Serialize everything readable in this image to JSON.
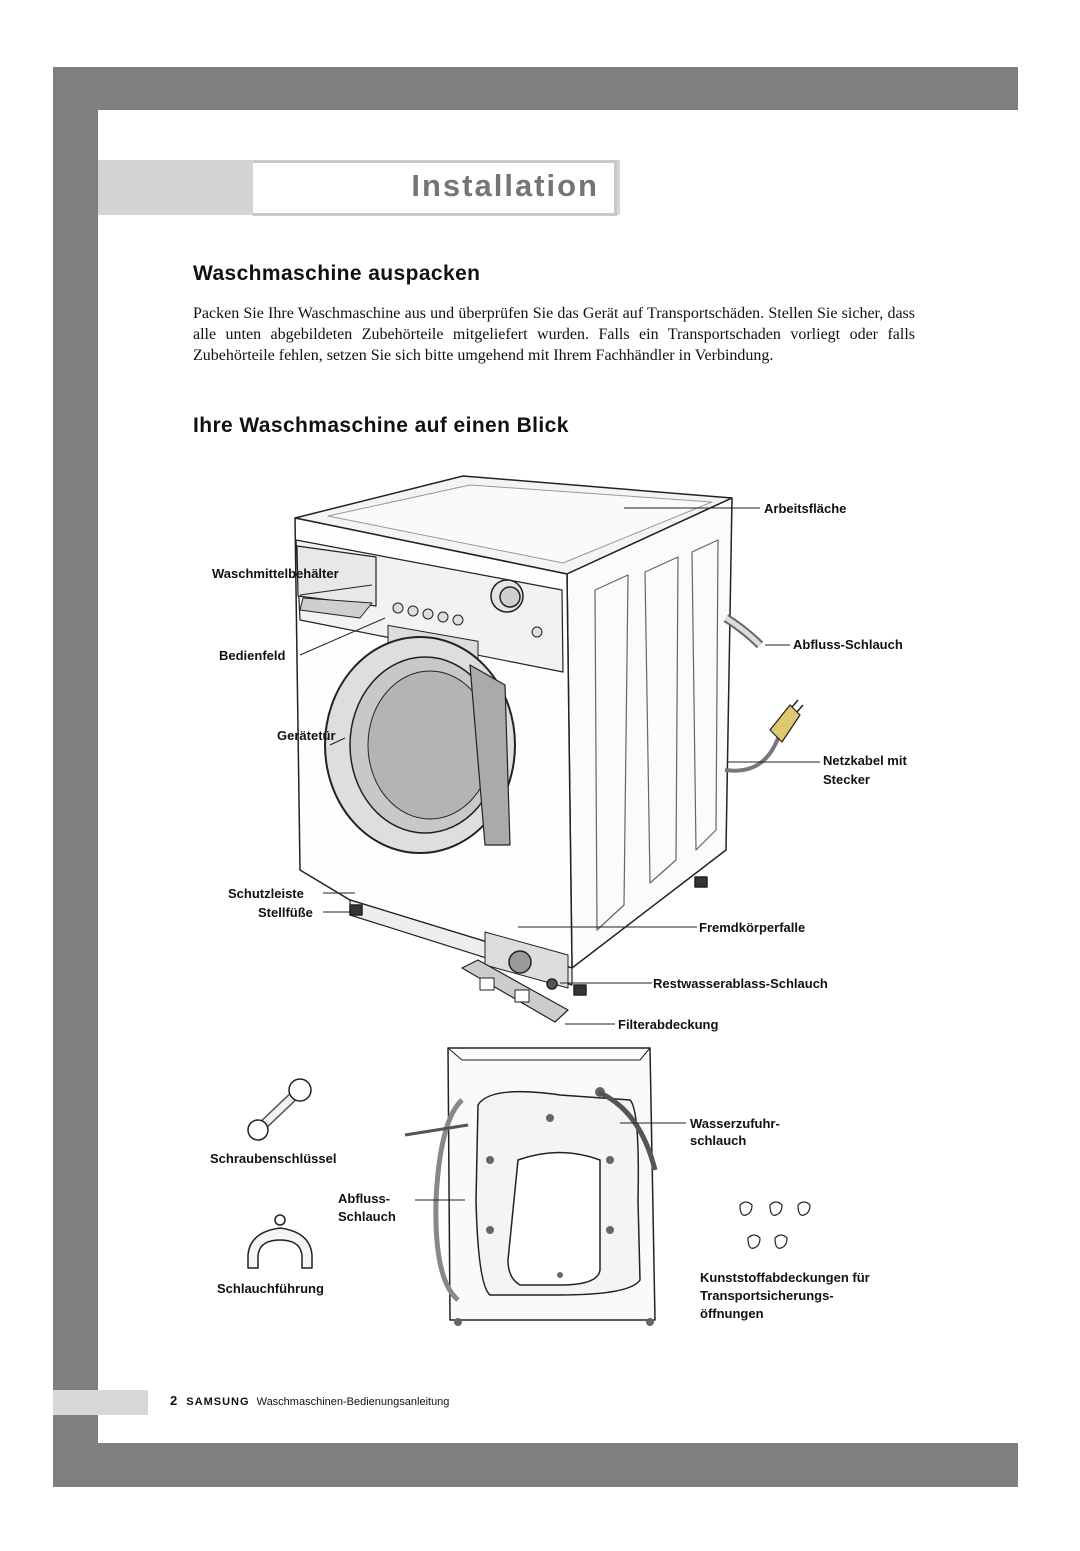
{
  "page": {
    "title": "Installation",
    "section1": {
      "heading": "Waschmaschine auspacken",
      "body": "Packen Sie Ihre Waschmaschine aus und überprüfen Sie das Gerät auf Transportschäden. Stellen Sie sicher, dass alle unten abgebildeten Zubehörteile mitgeliefert wurden. Falls ein Transportschaden vorliegt oder falls Zubehörteile fehlen, setzen Sie sich bitte umgehend mit Ihrem Fachhändler in Verbindung."
    },
    "section2": {
      "heading": "Ihre Waschmaschine auf einen Blick"
    },
    "labels": {
      "arbeitsflaeche": "Arbeitsfläche",
      "waschmittelbehaelter": "Waschmittelbehälter",
      "bedienfeld": "Bedienfeld",
      "abfluss_schlauch": "Abfluss-Schlauch",
      "geraetetuer": "Gerätetür",
      "netzkabel_1": "Netzkabel mit",
      "netzkabel_2": "Stecker",
      "schutzleiste": "Schutzleiste",
      "stellfuesse": "Stellfüße",
      "fremdkoerperfalle": "Fremdkörperfalle",
      "restwasser": "Restwasserablass-Schlauch",
      "filterabdeckung": "Filterabdeckung",
      "wasserzufuhr_1": "Wasserzufuhr-",
      "wasserzufuhr_2": "schlauch",
      "schraubenschluessel": "Schraubenschlüssel",
      "abfluss_1": "Abfluss-",
      "abfluss_2": "Schlauch",
      "schlauchfuehrung": "Schlauchführung",
      "kunststoff_1": "Kunststoffabdeckungen für",
      "kunststoff_2": "Transportsicherungs-",
      "kunststoff_3": "öffnungen"
    },
    "footer": {
      "page_number": "2",
      "brand": "SAMSUNG",
      "text": "Waschmaschinen-Bedienungsanleitung"
    }
  }
}
